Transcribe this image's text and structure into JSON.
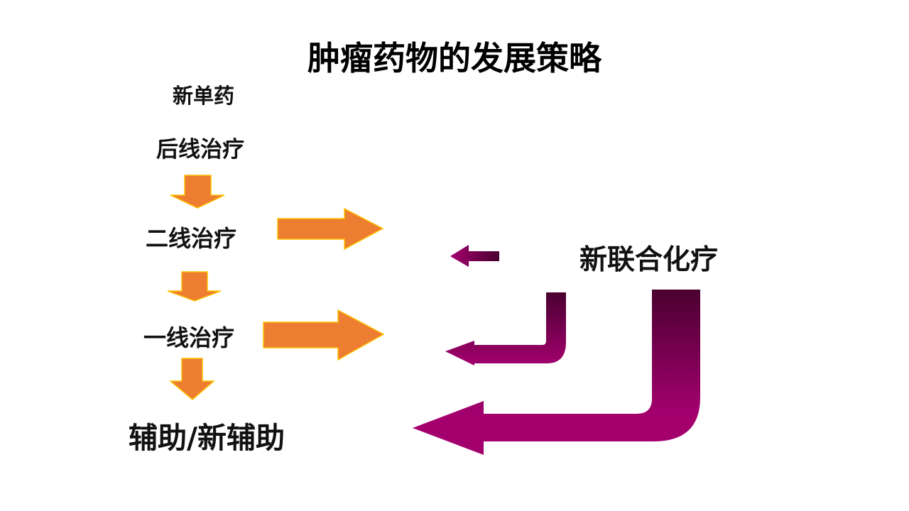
{
  "title": "肿瘤药物的发展策略",
  "labels": {
    "new_single_drug": "新单药",
    "later_line": "后线治疗",
    "second_line": "二线治疗",
    "first_line": "一线治疗",
    "adjuvant": "辅助/新辅助",
    "new_combination": "新联合化疗"
  },
  "colors": {
    "orange_arrow": "#ED7D31",
    "orange_outline": "#FFC000",
    "purple_dark": "#4A0030",
    "purple_light": "#A3006E"
  }
}
